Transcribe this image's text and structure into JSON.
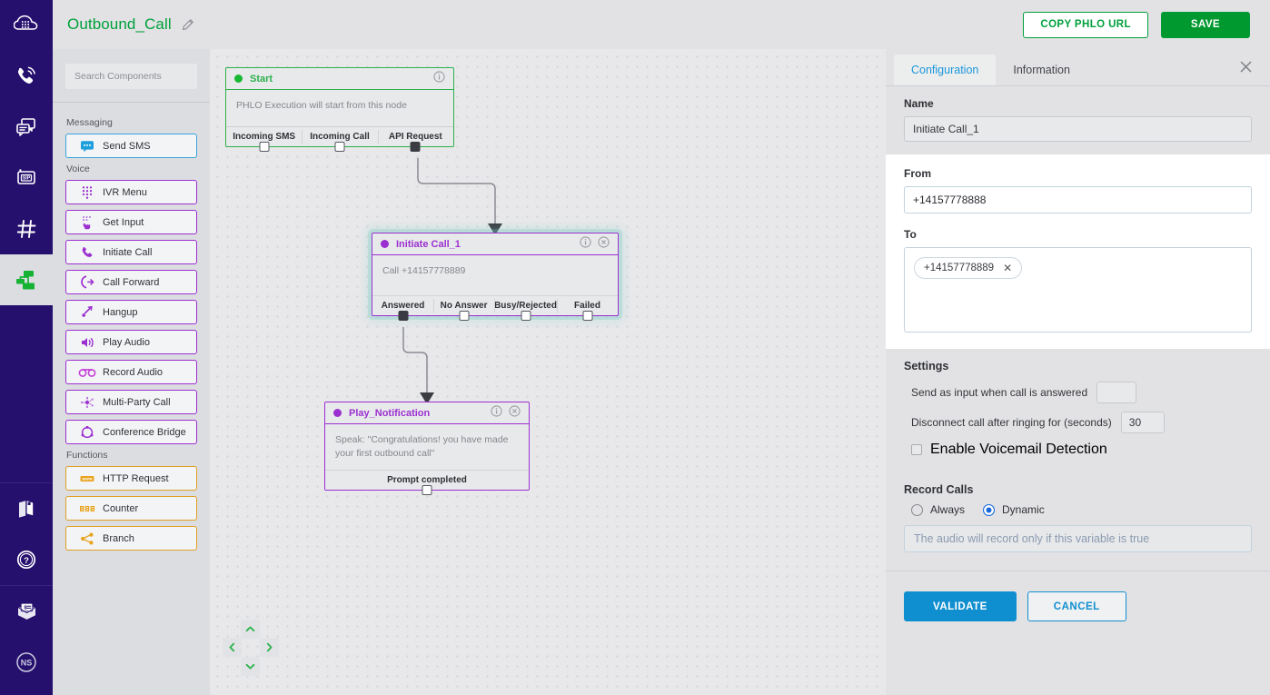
{
  "header": {
    "title": "Outbound_Call",
    "edit_icon": "pencil-icon",
    "copy_url_label": "COPY PHLO URL",
    "save_label": "SAVE",
    "title_color": "#00a03c",
    "save_bg": "#00992f"
  },
  "rail": {
    "items": [
      {
        "name": "plivo-logo-icon"
      },
      {
        "name": "phone-signal-icon"
      },
      {
        "name": "messaging-icon"
      },
      {
        "name": "sip-icon"
      },
      {
        "name": "numbers-hash-icon"
      },
      {
        "name": "phlo-flow-icon",
        "active": true
      },
      {
        "name": "docs-book-icon"
      },
      {
        "name": "help-question-icon"
      },
      {
        "name": "billing-envelope-icon"
      },
      {
        "name": "account-avatar-icon",
        "label": "NS"
      }
    ]
  },
  "palette": {
    "search_placeholder": "Search Components",
    "groups": [
      {
        "title": "Messaging",
        "accent": "#39a4dd",
        "items": [
          {
            "label": "Send SMS",
            "icon": "sms-bubble-icon",
            "color": "blue"
          }
        ]
      },
      {
        "title": "Voice",
        "accent": "#9b30d0",
        "items": [
          {
            "label": "IVR Menu",
            "icon": "ivr-keypad-icon",
            "color": "purple"
          },
          {
            "label": "Get Input",
            "icon": "get-input-icon",
            "color": "purple"
          },
          {
            "label": "Initiate Call",
            "icon": "initiate-call-icon",
            "color": "purple"
          },
          {
            "label": "Call Forward",
            "icon": "call-forward-icon",
            "color": "purple"
          },
          {
            "label": "Hangup",
            "icon": "hangup-icon",
            "color": "purple"
          },
          {
            "label": "Play Audio",
            "icon": "play-audio-speaker-icon",
            "color": "purple"
          },
          {
            "label": "Record Audio",
            "icon": "record-audio-icon",
            "color": "purple"
          },
          {
            "label": "Multi-Party Call",
            "icon": "multi-party-call-icon",
            "color": "purple"
          },
          {
            "label": "Conference Bridge",
            "icon": "conference-bridge-icon",
            "color": "purple"
          }
        ]
      },
      {
        "title": "Functions",
        "accent": "#e0a021",
        "items": [
          {
            "label": "HTTP Request",
            "icon": "http-request-icon",
            "color": "amber"
          },
          {
            "label": "Counter",
            "icon": "counter-icon",
            "color": "amber"
          },
          {
            "label": "Branch",
            "icon": "branch-icon",
            "color": "amber"
          }
        ]
      }
    ]
  },
  "canvas": {
    "nodes": [
      {
        "id": "start",
        "title": "Start",
        "color": "#2bb24c",
        "body": "PHLO Execution will start from this node",
        "actions": [
          "info-icon"
        ],
        "ports": [
          {
            "label": "Incoming SMS",
            "connected": false
          },
          {
            "label": "Incoming Call",
            "connected": false
          },
          {
            "label": "API Request",
            "connected": true
          }
        ]
      },
      {
        "id": "initiate-call",
        "title": "Initiate Call_1",
        "color": "#9b30d0",
        "body": "Call +14157778889",
        "selected": true,
        "actions": [
          "info-icon",
          "close-icon"
        ],
        "ports": [
          {
            "label": "Answered",
            "connected": true
          },
          {
            "label": "No Answer",
            "connected": false
          },
          {
            "label": "Busy/Rejected",
            "connected": false
          },
          {
            "label": "Failed",
            "connected": false
          }
        ]
      },
      {
        "id": "play-notification",
        "title": "Play_Notification",
        "color": "#9b30d0",
        "body": "Speak: \"Congratulations! you have made your first outbound call\"",
        "actions": [
          "info-icon",
          "close-icon"
        ],
        "ports": [
          {
            "label": "Prompt completed",
            "connected": false
          }
        ]
      }
    ],
    "nav": {
      "up": "chevron-up-icon",
      "down": "chevron-down-icon",
      "left": "chevron-left-icon",
      "right": "chevron-right-icon"
    }
  },
  "panel": {
    "tabs": [
      {
        "label": "Configuration",
        "active": true
      },
      {
        "label": "Information",
        "active": false
      }
    ],
    "close_icon": "close-icon",
    "name": {
      "label": "Name",
      "value": "Initiate Call_1"
    },
    "from": {
      "label": "From",
      "value": "+14157778888"
    },
    "to": {
      "label": "To",
      "chips": [
        "+14157778889"
      ],
      "chip_remove_icon": "chip-remove-icon"
    },
    "settings": {
      "title": "Settings",
      "send_as_input_label": "Send as input when call is answered",
      "send_as_input_value": "",
      "disconnect_label": "Disconnect call after ringing for (seconds)",
      "disconnect_value": "30",
      "voicemail_label": "Enable Voicemail Detection",
      "voicemail_checked": false
    },
    "record_calls": {
      "title": "Record Calls",
      "options": [
        {
          "label": "Always",
          "selected": false
        },
        {
          "label": "Dynamic",
          "selected": true
        }
      ],
      "variable_placeholder": "The audio will record only if this variable is true",
      "variable_value": ""
    },
    "footer": {
      "validate_label": "VALIDATE",
      "cancel_label": "CANCEL"
    }
  }
}
